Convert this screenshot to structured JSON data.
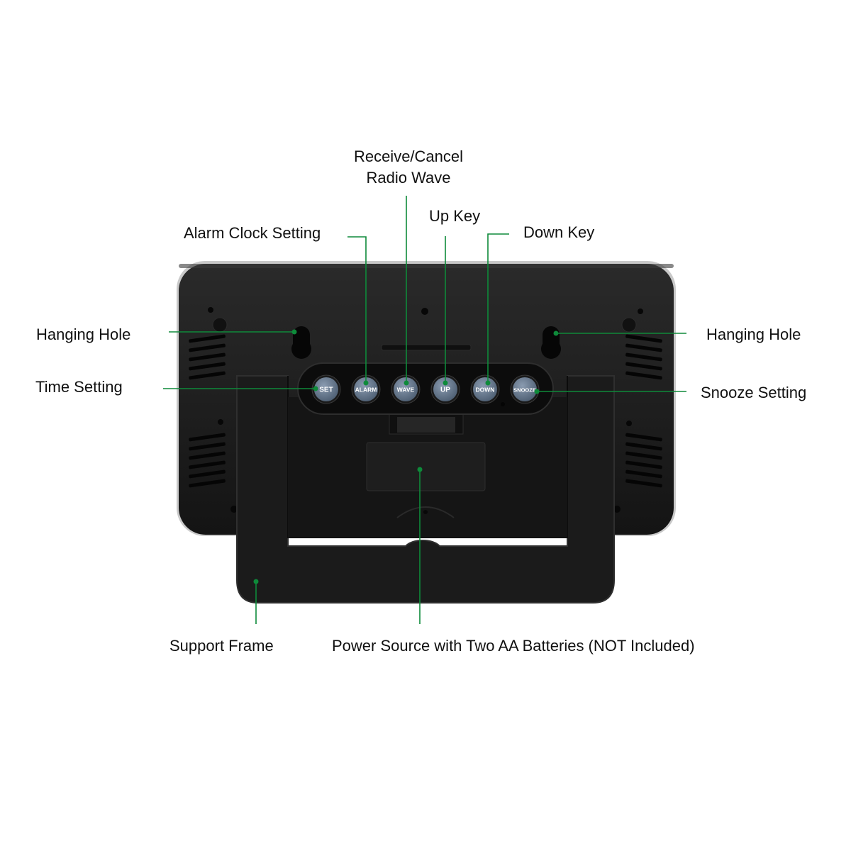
{
  "diagram": {
    "colors": {
      "callout_line": "#0e8a3a",
      "device_body": "#1a1a1a",
      "button_face": "#5f7288"
    },
    "buttons": [
      {
        "name": "set",
        "label": "SET"
      },
      {
        "name": "alarm",
        "label": "ALARM"
      },
      {
        "name": "wave",
        "label": "WAVE"
      },
      {
        "name": "up",
        "label": "UP"
      },
      {
        "name": "down",
        "label": "DOWN"
      },
      {
        "name": "snooze",
        "label": "SNOOZE"
      }
    ],
    "callouts": {
      "receive_cancel_line1": "Receive/Cancel",
      "receive_cancel_line2": "Radio Wave",
      "alarm_clock_setting": "Alarm Clock Setting",
      "up_key": "Up Key",
      "down_key": "Down Key",
      "hanging_hole_left": "Hanging Hole",
      "hanging_hole_right": "Hanging Hole",
      "time_setting": "Time Setting",
      "snooze_setting": "Snooze Setting",
      "support_frame": "Support Frame",
      "power_source": "Power Source with Two AA Batteries (NOT Included)"
    }
  }
}
